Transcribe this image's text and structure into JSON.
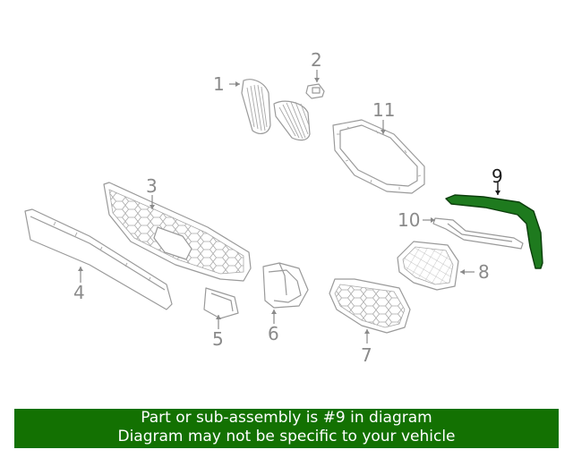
{
  "diagram": {
    "callouts": {
      "c1": "1",
      "c2": "2",
      "c3": "3",
      "c4": "4",
      "c5": "5",
      "c6": "6",
      "c7": "7",
      "c8": "8",
      "c9": "9",
      "c10": "10",
      "c11": "11"
    },
    "highlighted_part": "9",
    "highlight_color": "#1e7a1e"
  },
  "banner": {
    "line1": "Part or sub-assembly is #9 in diagram",
    "line2": "Diagram may not be specific to your vehicle",
    "background": "#137102"
  }
}
